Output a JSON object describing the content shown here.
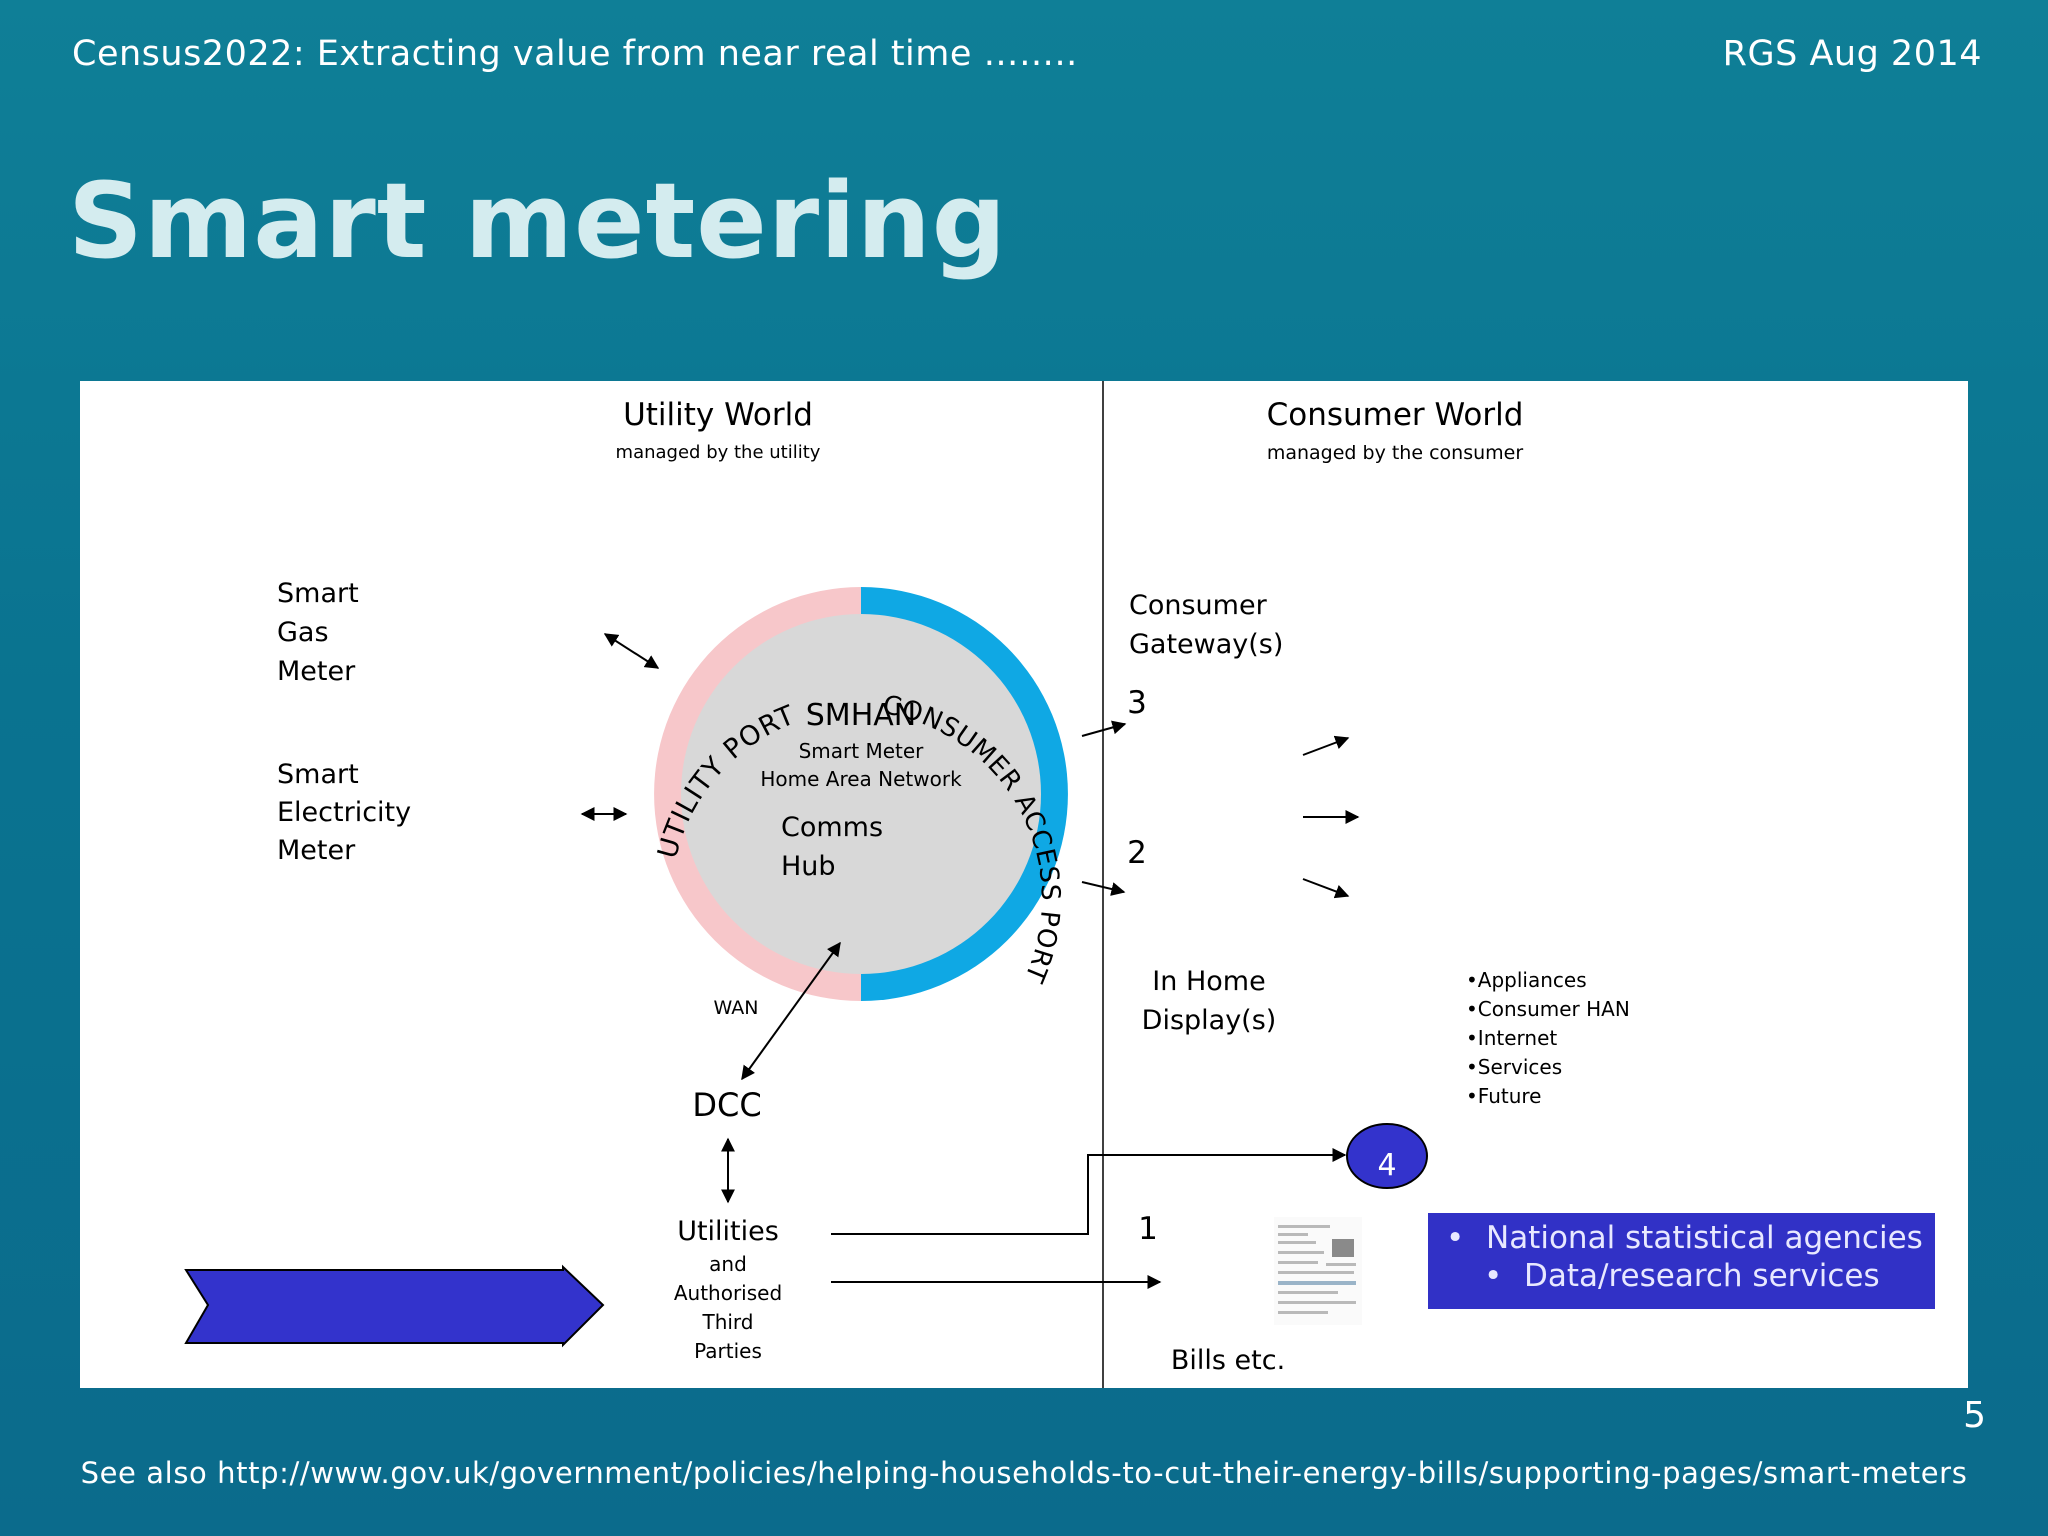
{
  "header": {
    "left": "Census2022: Extracting value from near real time ……..",
    "right": "RGS Aug 2014"
  },
  "title": "Smart metering",
  "diagram": {
    "utility_world": {
      "title": "Utility World",
      "subtitle": "managed by the utility"
    },
    "consumer_world": {
      "title": "Consumer World",
      "subtitle": "managed by the consumer"
    },
    "gas_meter": [
      "Smart",
      "Gas",
      "Meter"
    ],
    "electricity_meter": [
      "Smart",
      "Electricity",
      "Meter"
    ],
    "hub": {
      "name": "SMHAN",
      "desc_line1": "Smart Meter",
      "desc_line2": "Home Area Network",
      "comms_line1": "Comms",
      "comms_line2": "Hub"
    },
    "utility_port": "UTILITY PORT",
    "consumer_port": "CONSUMER ACCESS PORT",
    "wan": "WAN",
    "dcc": "DCC",
    "utilities": {
      "title": "Utilities",
      "lines": [
        "and",
        "Authorised",
        "Third",
        "Parties"
      ]
    },
    "consumer_gateway": [
      "Consumer",
      "Gateway(s)"
    ],
    "in_home_display": [
      "In Home",
      "Display(s)"
    ],
    "num_3": "3",
    "num_2": "2",
    "num_1": "1",
    "num_4": "4",
    "bills": "Bills etc.",
    "consumer_list": [
      "•Appliances",
      "•Consumer HAN",
      "•Internet",
      "•Services",
      "•Future"
    ],
    "stat_box": {
      "line1": "National statistical agencies",
      "line2": "Data/research services",
      "bullet": "•"
    },
    "colors": {
      "utility_port": "#f7c7ca",
      "consumer_port": "#0fa8e4",
      "hub": "#d8d8d8",
      "circle4": "#3333cc",
      "big_arrow": "#3333cc",
      "stat_box": "#3131c6"
    }
  },
  "page_number": "5",
  "footer": "See also http://www.gov.uk/government/policies/helping-households-to-cut-their-energy-bills/supporting-pages/smart-meters"
}
